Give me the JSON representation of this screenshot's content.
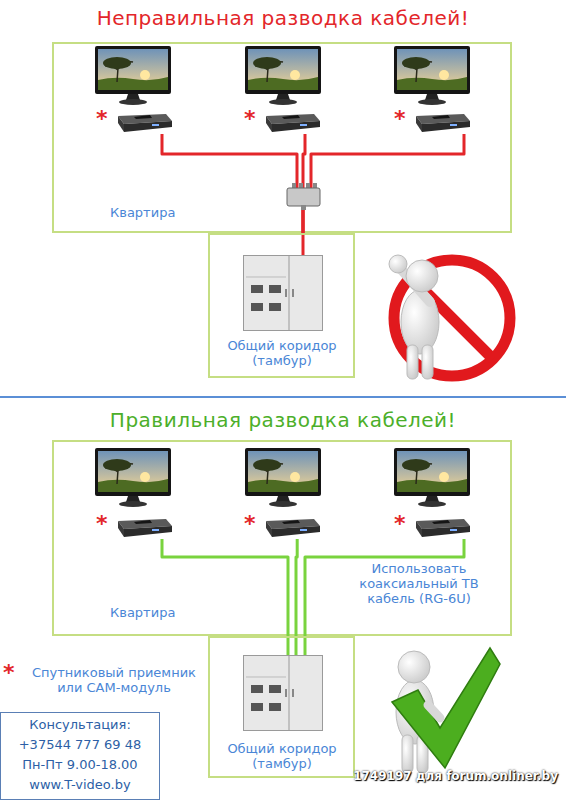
{
  "diagram": {
    "title": "Неправильная разводка кабелей!",
    "nodes": [
      {
        "text": [
          "Квартира"
        ]
      },
      {
        "text": [
          "*"
        ],
        "in": 0
      },
      {
        "text": [
          "*"
        ],
        "in": 0
      },
      {
        "text": [
          "*"
        ],
        "in": 0
      },
      {
        "text": [
          "Общий коридор (тамбур)"
        ]
      },
      {
        "text": [
          "Квартира"
        ]
      },
      {
        "text": [
          "*"
        ],
        "in": 5
      },
      {
        "text": [
          "*"
        ],
        "in": 5
      },
      {
        "text": [
          "*"
        ],
        "in": 5
      },
      {
        "text": [
          "Общий коридор (тамбур)"
        ]
      },
      {
        "text": [
          "Консультация:",
          "+37544 777 69 48",
          "Пн-Пт 9.00-18.00",
          "www.T-video.by"
        ]
      }
    ],
    "edges": [
      {
        "from": 1,
        "to": 4,
        "arrow": "none"
      },
      {
        "from": 2,
        "to": 4,
        "arrow": "none"
      },
      {
        "from": 3,
        "to": 4,
        "arrow": "none"
      },
      {
        "from": 6,
        "to": 9,
        "arrow": "none"
      },
      {
        "from": 7,
        "to": 9,
        "arrow": "none"
      },
      {
        "from": 8,
        "to": 9,
        "arrow": "none"
      }
    ],
    "labels": [
      "Правильная разводка кабелей!",
      "Использовать коаксиальный ТВ кабель (RG-6U)",
      "*",
      "1749197 для forum.onliner.by"
    ],
    "legend": [
      {
        "text": "Спутниковый приемник или CAM-модуль"
      }
    ]
  }
}
